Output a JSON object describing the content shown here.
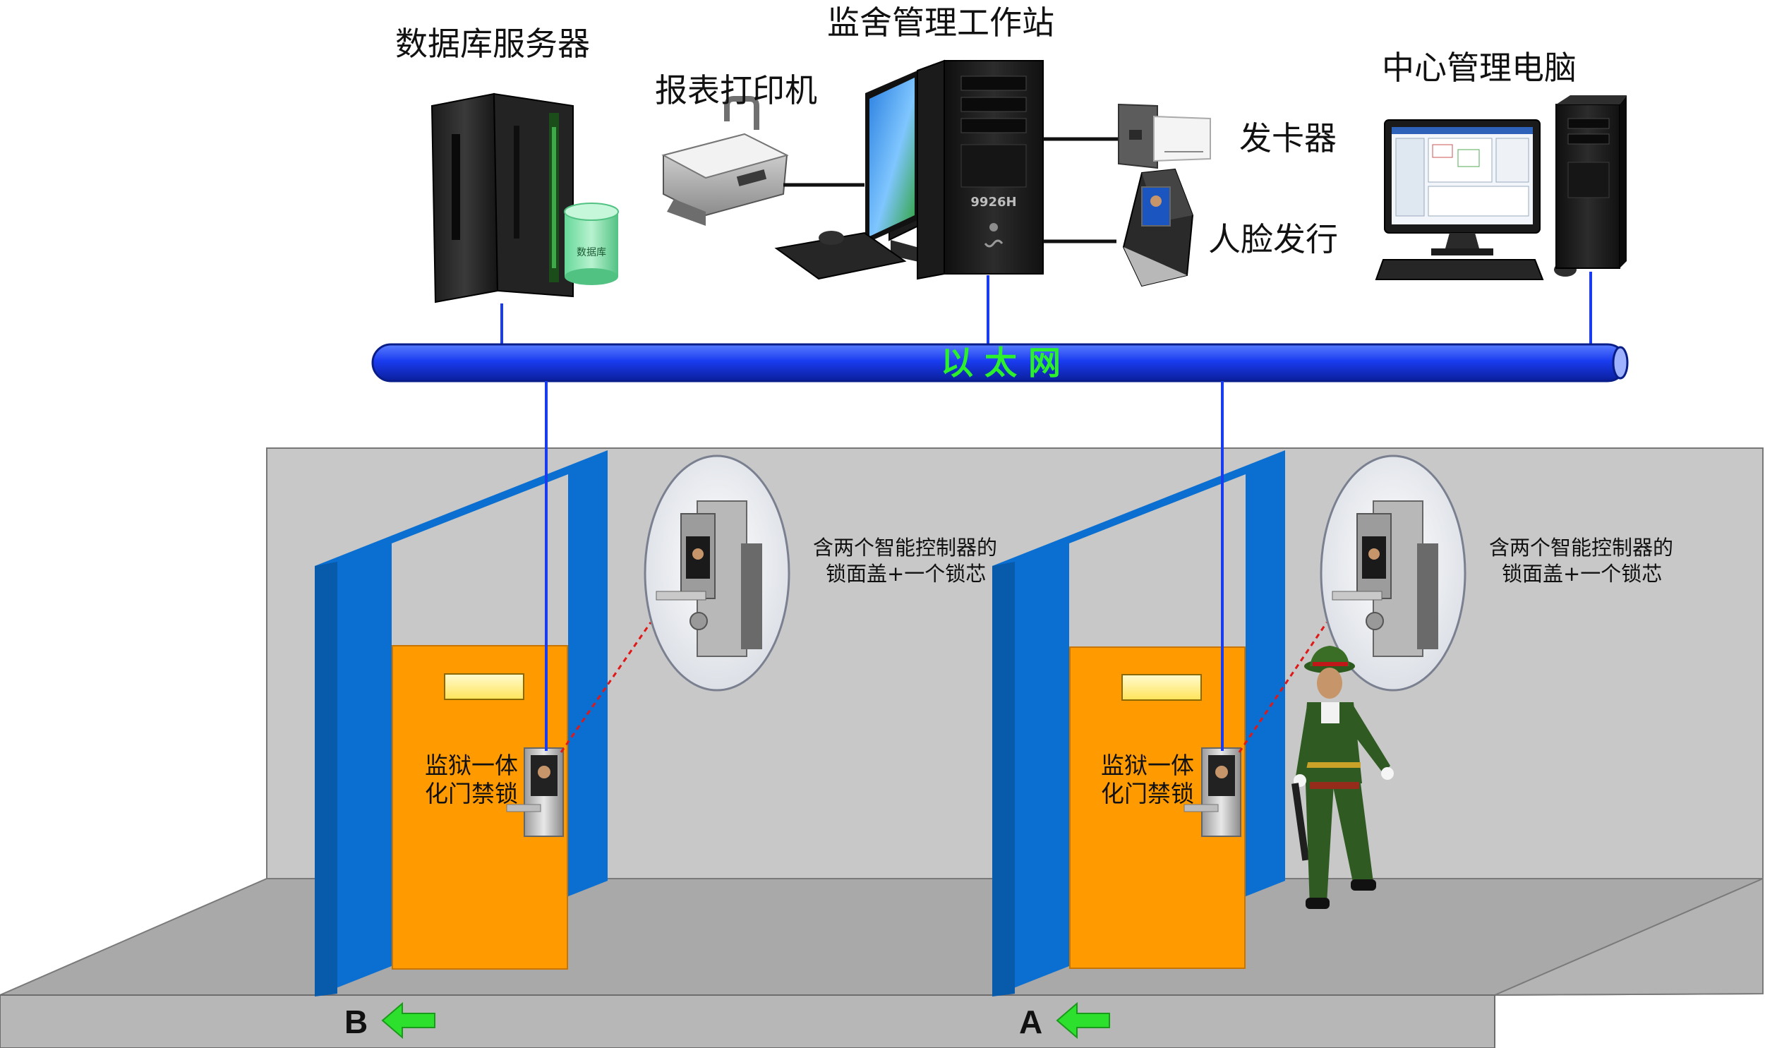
{
  "devices": {
    "db_server": "数据库服务器",
    "db_cylinder": "数据库",
    "printer": "报表打印机",
    "workstation": "监舍管理工作站",
    "pc_model": "9926H",
    "card_issuer": "发卡器",
    "face_issuer": "人脸发行",
    "center_pc": "中心管理电脑"
  },
  "network": {
    "label": "以 太 网"
  },
  "doors": [
    {
      "marker": "B",
      "lock_label_line1": "监狱一体",
      "lock_label_line2": "化门禁锁",
      "note_line1": "含两个智能控制器的",
      "note_line2": "锁面盖+一个锁芯"
    },
    {
      "marker": "A",
      "lock_label_line1": "监狱一体",
      "lock_label_line2": "化门禁锁",
      "note_line1": "含两个智能控制器的",
      "note_line2": "锁面盖+一个锁芯"
    }
  ],
  "colors": {
    "network_pipe": "#1a3cf0",
    "door": "#ff9a00",
    "frame": "#0a6fd0",
    "wall": "#c8c8c8",
    "floor": "#a9a9a9",
    "arrow": "#2ee02e"
  }
}
